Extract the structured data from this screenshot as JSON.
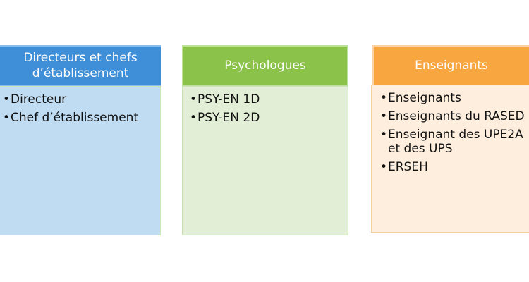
{
  "columns": [
    {
      "title": "Directeurs et chefs d’établissement",
      "color": "#3f8fd8",
      "items": [
        "Directeur",
        "Chef d’établissement"
      ]
    },
    {
      "title": "Psychologues",
      "color": "#8bc34a",
      "items": [
        "PSY-EN 1D",
        "PSY-EN 2D"
      ]
    },
    {
      "title": "Enseignants",
      "color": "#f8a640",
      "items": [
        "Enseignants",
        "Enseignants du RASED",
        "Enseignant des UPE2A et des UPS",
        "ERSEH"
      ]
    }
  ]
}
